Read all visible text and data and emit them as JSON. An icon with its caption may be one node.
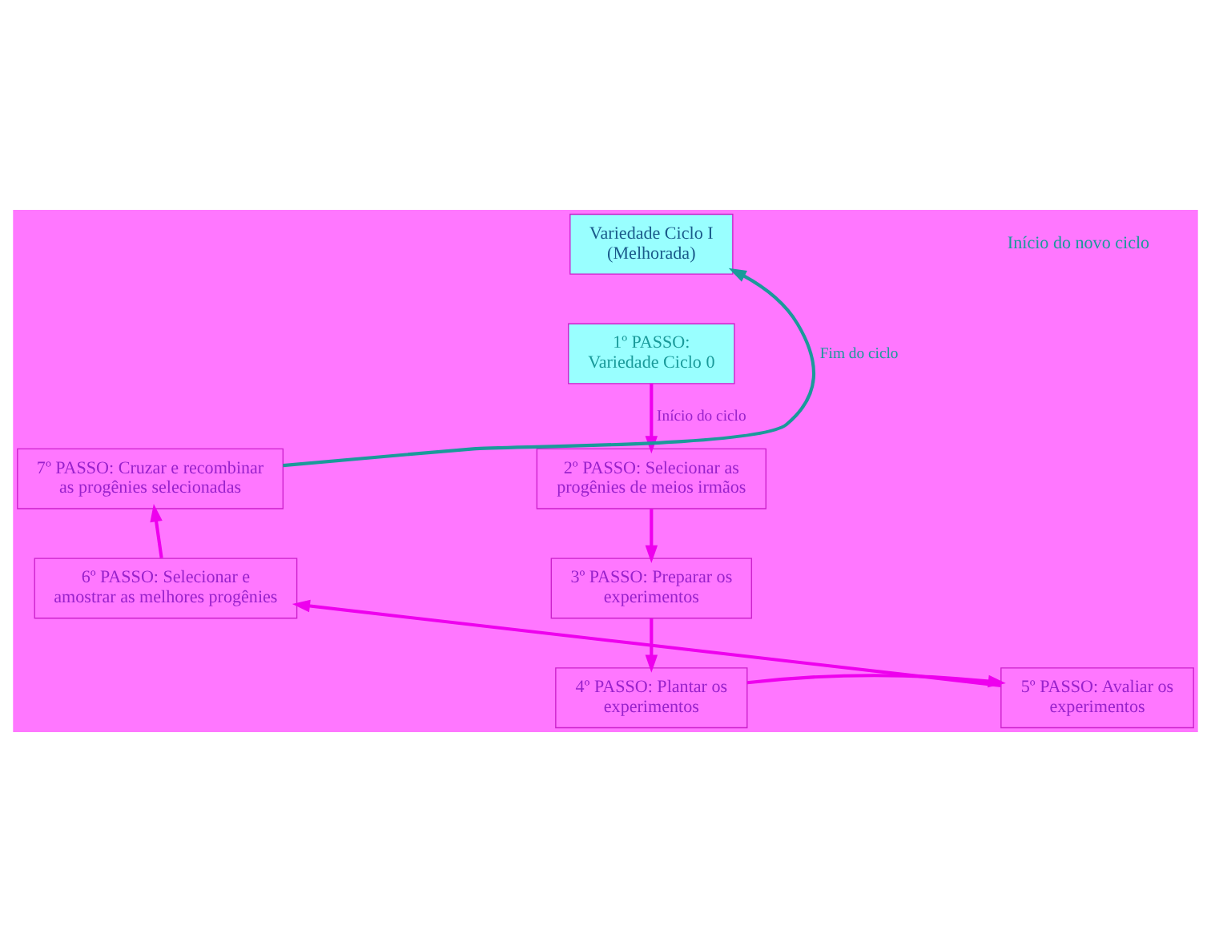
{
  "diagram": {
    "nodes": [
      {
        "text": [
          "Variedade Ciclo I",
          "(Melhorada)"
        ]
      },
      {
        "text": [
          "1º PASSO:",
          "Variedade Ciclo 0"
        ]
      },
      {
        "text": [
          "2º PASSO: Selecionar as progênies de meios irmãos"
        ]
      },
      {
        "text": [
          "3º PASSO: Preparar os experimentos"
        ]
      },
      {
        "text": [
          "4º PASSO: Plantar os experimentos"
        ]
      },
      {
        "text": [
          "5º PASSO: Avaliar os experimentos"
        ]
      },
      {
        "text": [
          "6º PASSO: Selecionar e amostrar as melhores progênies"
        ]
      },
      {
        "text": [
          "7º PASSO: Cruzar e recombinar as progênies selecionadas"
        ]
      }
    ],
    "edges": [
      {
        "from": 1,
        "to": 2,
        "arrow": "to",
        "label": "Início do ciclo"
      },
      {
        "from": 2,
        "to": 3,
        "arrow": "to"
      },
      {
        "from": 3,
        "to": 4,
        "arrow": "to"
      },
      {
        "from": 4,
        "to": 5,
        "arrow": "to"
      },
      {
        "from": 5,
        "to": 6,
        "arrow": "to"
      },
      {
        "from": 6,
        "to": 7,
        "arrow": "to"
      },
      {
        "from": 7,
        "to": 0,
        "arrow": "to",
        "label": "Fim do ciclo",
        "color": "#1a9a9a"
      }
    ],
    "labels": [
      "Início do novo ciclo"
    ]
  }
}
